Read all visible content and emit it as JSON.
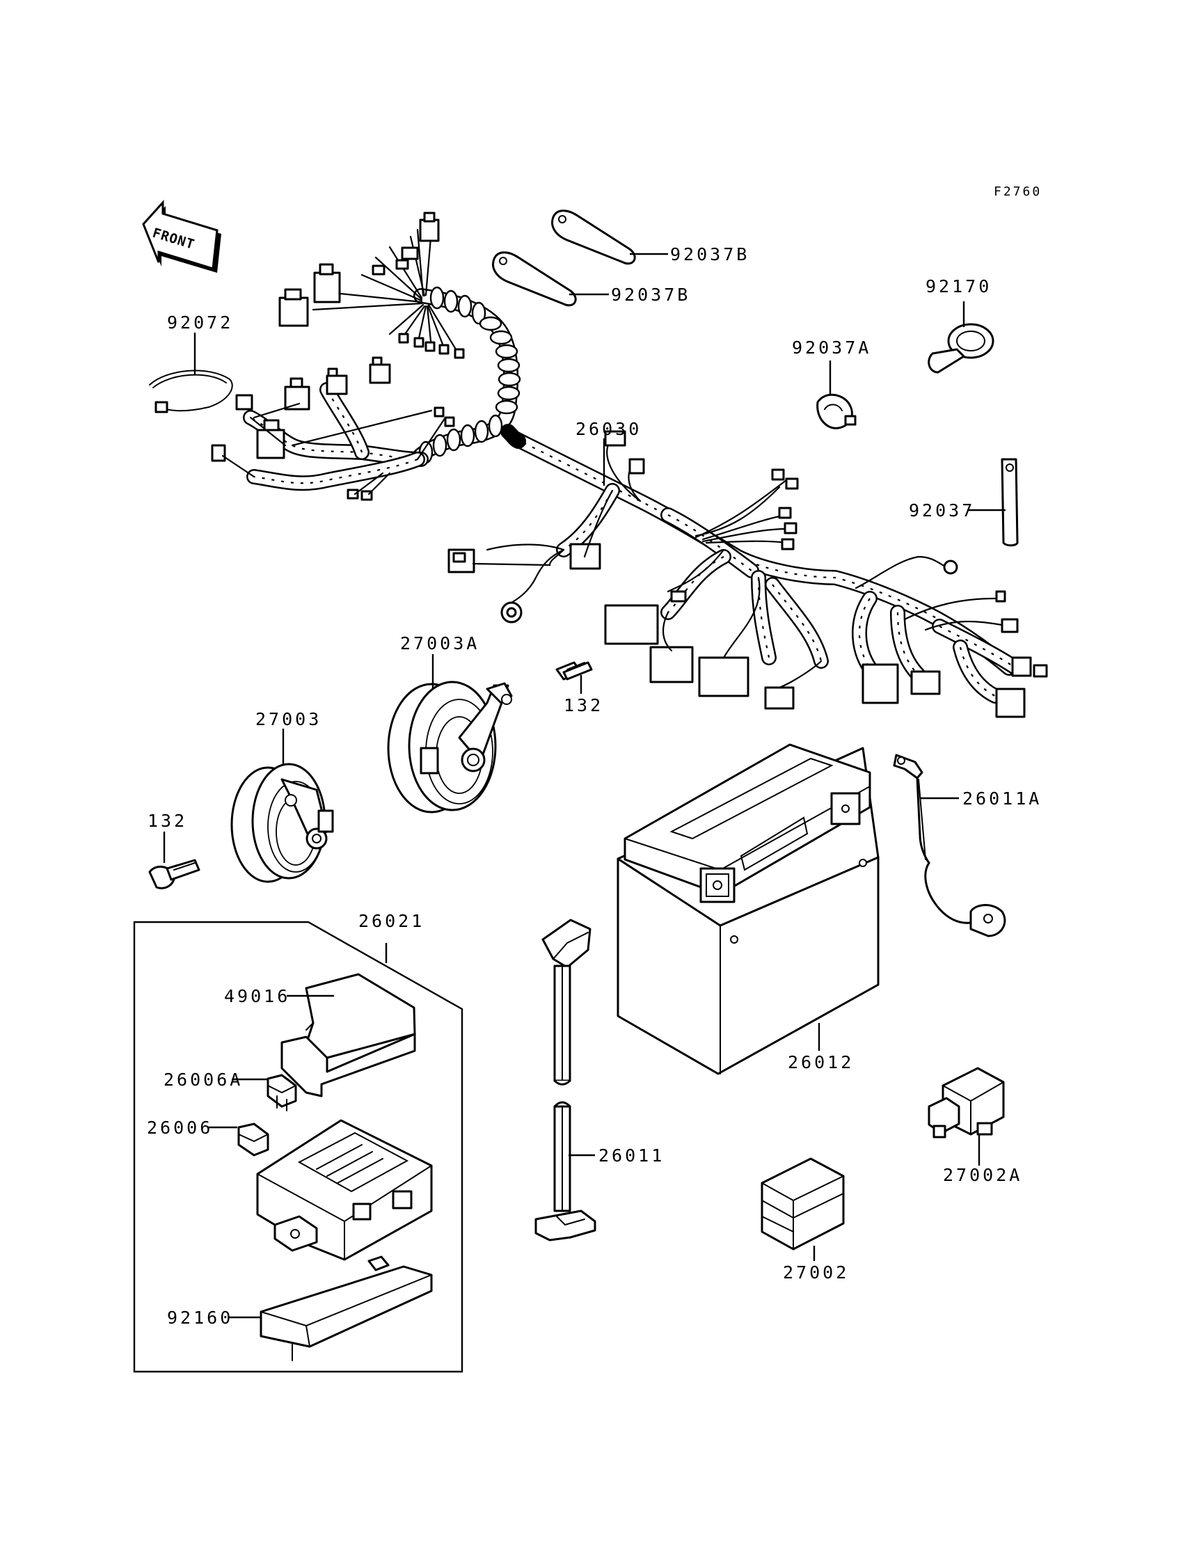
{
  "figure_code": "F2760",
  "front_arrow": {
    "text": "FRONT"
  },
  "parts": [
    {
      "id": "92037B",
      "label": "92037B"
    },
    {
      "id": "92037B-2",
      "label": "92037B"
    },
    {
      "id": "92170",
      "label": "92170"
    },
    {
      "id": "92072",
      "label": "92072"
    },
    {
      "id": "92037A",
      "label": "92037A"
    },
    {
      "id": "26030",
      "label": "26030"
    },
    {
      "id": "92037",
      "label": "92037"
    },
    {
      "id": "27003A",
      "label": "27003A"
    },
    {
      "id": "132-a",
      "label": "132"
    },
    {
      "id": "27003",
      "label": "27003"
    },
    {
      "id": "132-b",
      "label": "132"
    },
    {
      "id": "26011A",
      "label": "26011A"
    },
    {
      "id": "26021",
      "label": "26021"
    },
    {
      "id": "49016",
      "label": "49016"
    },
    {
      "id": "26012",
      "label": "26012"
    },
    {
      "id": "26006A",
      "label": "26006A"
    },
    {
      "id": "26006",
      "label": "26006"
    },
    {
      "id": "26011",
      "label": "26011"
    },
    {
      "id": "27002A",
      "label": "27002A"
    },
    {
      "id": "27002",
      "label": "27002"
    },
    {
      "id": "92160",
      "label": "92160"
    }
  ]
}
